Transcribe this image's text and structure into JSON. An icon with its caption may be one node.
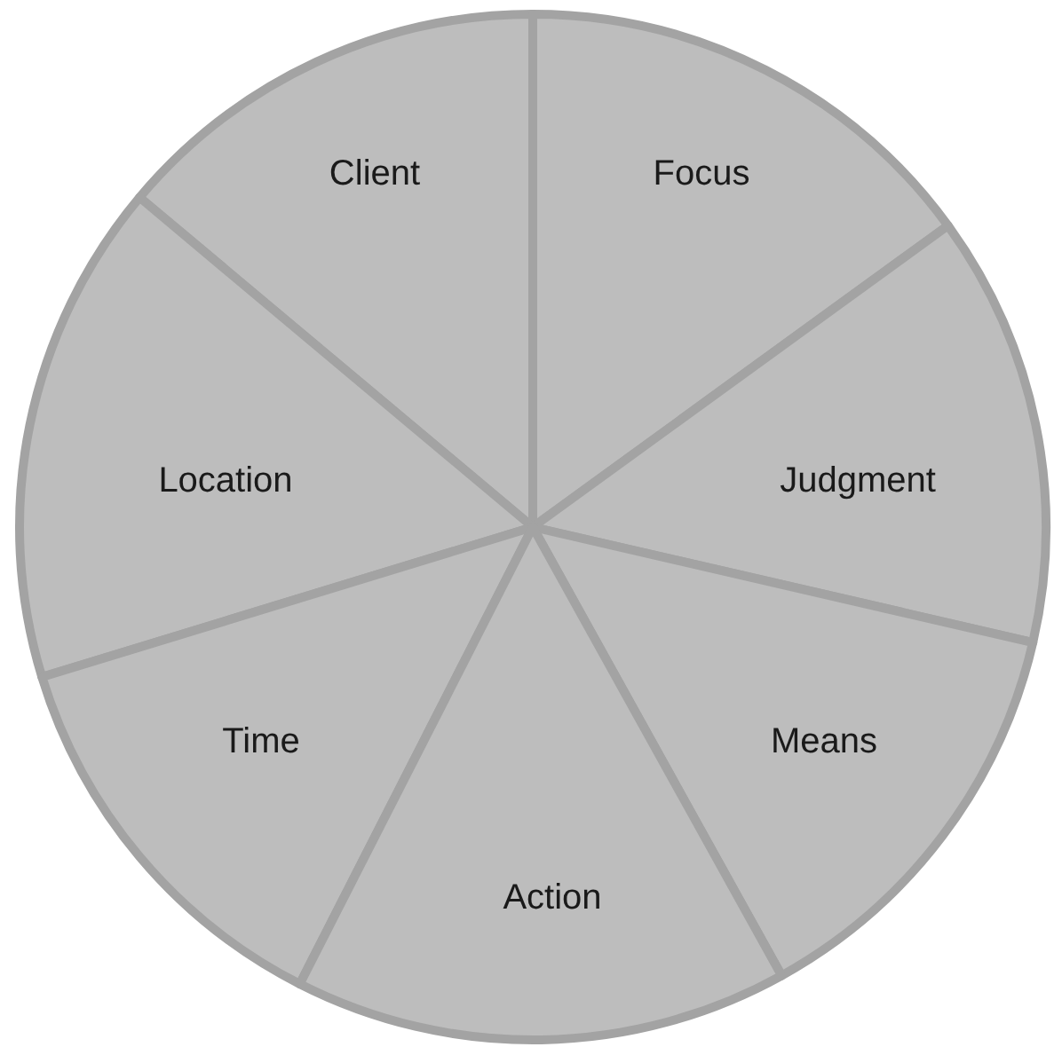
{
  "diagram": {
    "nodes": [
      {
        "text": [
          "Client"
        ]
      },
      {
        "text": [
          "Focus"
        ]
      },
      {
        "text": [
          "Location"
        ]
      },
      {
        "text": [
          "Judgment"
        ]
      },
      {
        "text": [
          "Time"
        ]
      },
      {
        "text": [
          "Means"
        ]
      },
      {
        "text": [
          "Action"
        ]
      }
    ]
  }
}
